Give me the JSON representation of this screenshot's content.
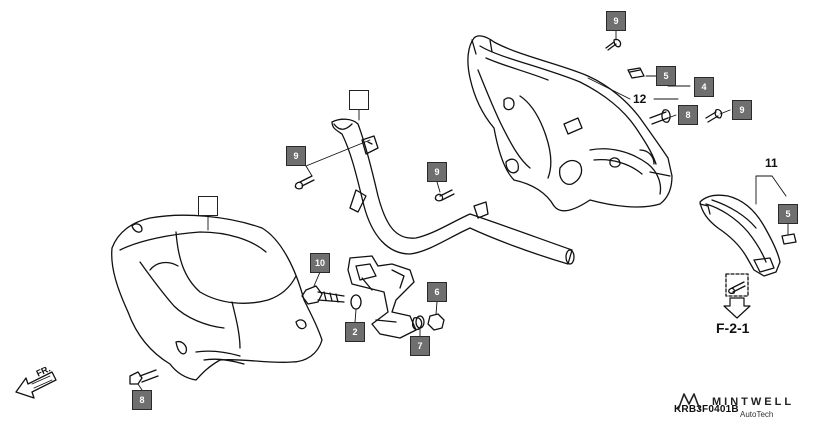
{
  "diagram": {
    "callouts": {
      "c9_top_right": "9",
      "c5_upper": "5",
      "c4": "4",
      "c8_right": "8",
      "c9_right": "9",
      "c9_handlebar_left": "9",
      "c9_center": "9",
      "c10": "10",
      "c2": "2",
      "c6": "6",
      "c7": "7",
      "c8_bottom": "8",
      "c5_right": "5"
    },
    "labels": {
      "part_12": "12",
      "part_11": "11",
      "ref_f21": "F-2-1",
      "direction_fr": "FR.",
      "drawing_code": "KRB3F0401B"
    },
    "brand": {
      "name": "MINTWELL",
      "sub": "AutoTech"
    }
  }
}
